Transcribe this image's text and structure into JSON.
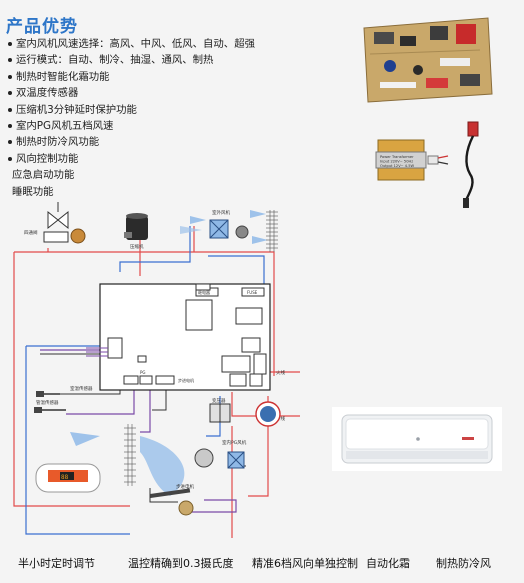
{
  "title": "产品优势",
  "features": [
    {
      "text": "室内风机风速选择：高风、中风、低风、自动、超强",
      "bullet": true
    },
    {
      "text": "运行模式：自动、制冷、抽湿、通风、制热",
      "bullet": true
    },
    {
      "text": "制热时智能化霜功能",
      "bullet": true
    },
    {
      "text": "双温度传感器",
      "bullet": true
    },
    {
      "text": "压缩机3分钟延时保护功能",
      "bullet": true
    },
    {
      "text": "室内PG风机五档风速",
      "bullet": true
    },
    {
      "text": "制热时防冷风功能",
      "bullet": true
    },
    {
      "text": "风向控制功能",
      "bullet": true
    },
    {
      "text": "应急启动功能",
      "bullet": false
    },
    {
      "text": "睡眠功能",
      "bullet": false
    }
  ],
  "transformer_label": {
    "line1": "Power Transformer",
    "line2": "Input 220V~ 50Hz",
    "line3": "Output 12V~ 4.5W"
  },
  "diagram_labels": {
    "four_way_valve": "四通阀",
    "compressor": "压缩机",
    "outdoor_fan": "室外风机",
    "indoor_fan": "室内PG风机",
    "swing_motor": "步进电机",
    "transformer": "变压器",
    "room_sensor": "室温传感器",
    "pipe_sensor": "管温传感器",
    "live": "火线",
    "neutral": "零线",
    "fuse": "FUSE",
    "stepper_terminal": "步进电机",
    "pg_terminal": "PG",
    "relay": "继电器"
  },
  "display_digits": "88",
  "captions": [
    "半小时定时调节",
    "温控精确到0.3摄氏度",
    "精准6档风向单独控制",
    "自动化霜",
    "制热防冷风"
  ],
  "colors": {
    "title": "#2e76c8",
    "wire_red": "#e24a4a",
    "wire_blue": "#3b6fd0",
    "wire_purple": "#7b4aa8",
    "wire_black": "#333333",
    "pcb_border": "#222222",
    "pcb_fill": "#ffffff"
  }
}
